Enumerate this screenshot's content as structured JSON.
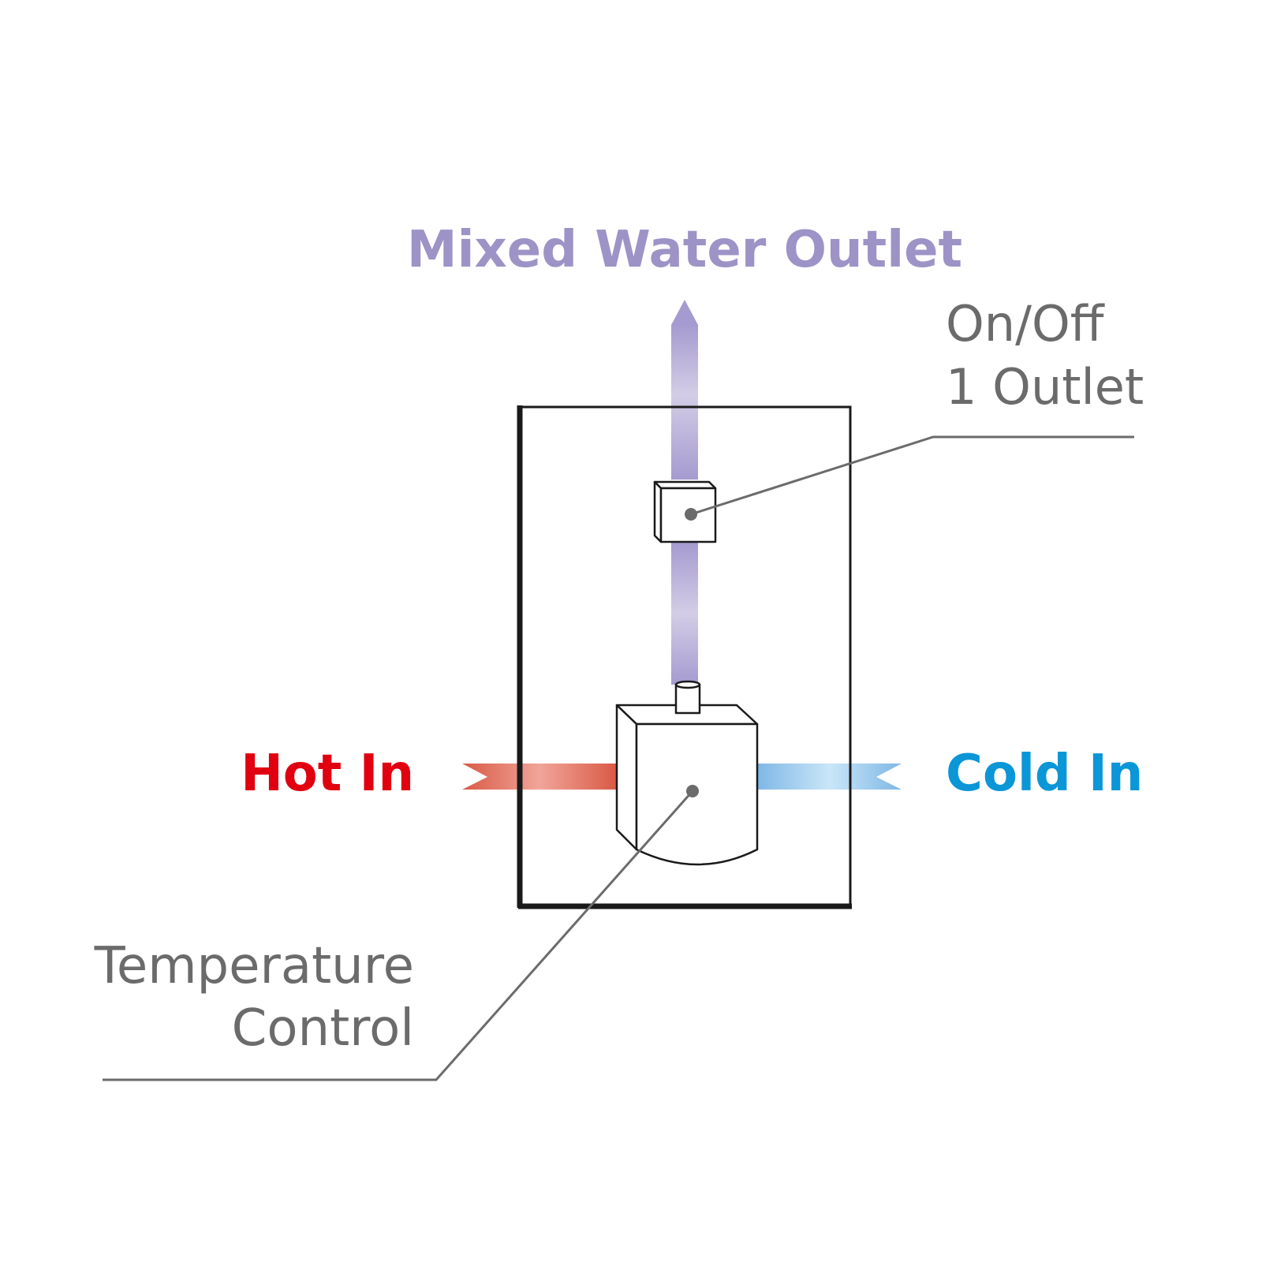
{
  "labels": {
    "outlet": "Mixed Water Outlet",
    "on_off_line1": "On/Off",
    "on_off_line2": "1 Outlet",
    "hot_in": "Hot In",
    "cold_in": "Cold In",
    "temperature_line1": "Temperature",
    "temperature_line2": "Control"
  },
  "colors": {
    "outlet": "#9d93c6",
    "hot": "#e1000f",
    "cold": "#0a96d7",
    "callout_text": "#6b6b6b",
    "callout_line": "#6b6b6b",
    "outline": "#1a1a1a"
  },
  "icons": {
    "on_off_valve": "cube-valve-icon",
    "thermostatic_cartridge": "cartridge-icon"
  }
}
